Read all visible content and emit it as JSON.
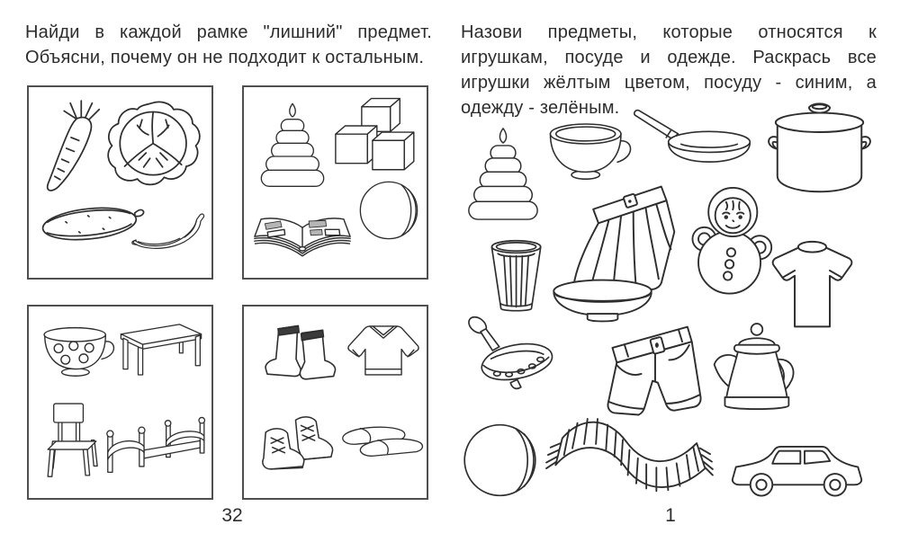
{
  "colors": {
    "paper": "#ffffff",
    "ink": "#2d2d2d",
    "frame_border": "#4f4f4f",
    "book_picture_shade": "#b5b5b5"
  },
  "left_page": {
    "instruction_lines": [
      "Найди в каждой рамке \"лишний\" предмет.",
      "Объясни, почему он не подходит к остальным."
    ],
    "page_number": "32",
    "frames": [
      {
        "label": "vegetables-frame",
        "items": [
          "carrot",
          "cabbage",
          "cucumber",
          "banana"
        ]
      },
      {
        "label": "toys-frame",
        "items": [
          "pyramid-toy",
          "building-blocks",
          "open-book",
          "ball"
        ]
      },
      {
        "label": "furniture-frame",
        "items": [
          "polka-dot-cup",
          "table",
          "chair",
          "bed"
        ]
      },
      {
        "label": "clothing-frame",
        "items": [
          "rubber-boots",
          "sweater",
          "lace-up-boots",
          "slippers"
        ]
      }
    ]
  },
  "right_page": {
    "instruction_lines": [
      "Назови предметы, которые относятся к",
      "игрушкам, посуде и одежде. Раскрась все",
      "игрушки жёлтым цветом, посуду - синим, а",
      "одежду - зелёным."
    ],
    "page_number": "1",
    "items": [
      "pyramid-toy",
      "teacup",
      "frying-pan",
      "cooking-pot",
      "pleated-skirt",
      "roly-poly-doll",
      "faceted-glass",
      "bowl",
      "t-shirt",
      "spinning-top",
      "shorts",
      "coffee-pot",
      "ball",
      "striped-scarf",
      "toy-car"
    ]
  }
}
